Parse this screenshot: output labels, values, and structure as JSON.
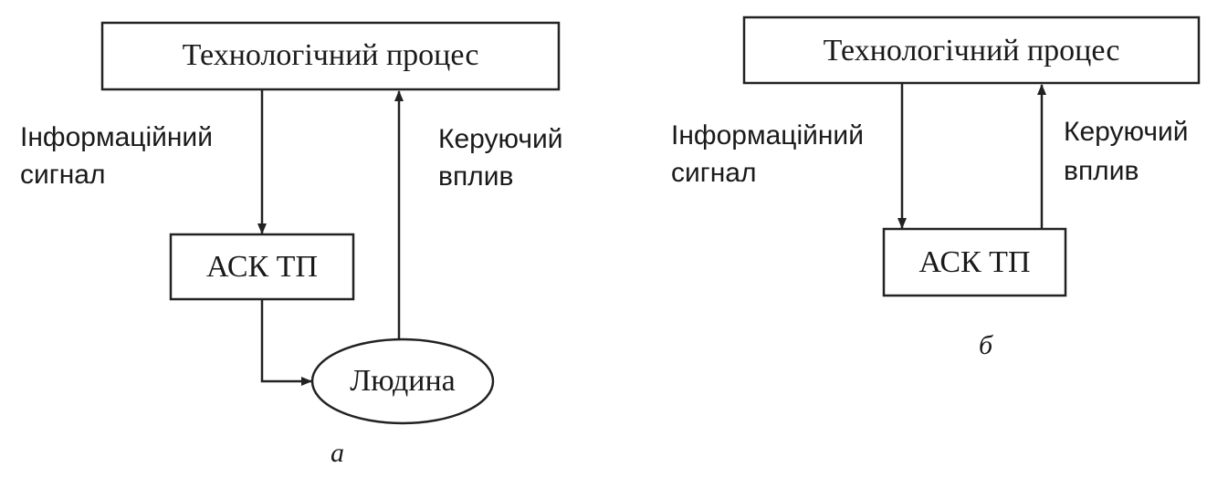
{
  "diagram_a": {
    "process_label": "Технологічний процес",
    "info_signal_line1": "Інформаційний",
    "info_signal_line2": "сигнал",
    "control_line1": "Керуючий",
    "control_line2": "вплив",
    "system_label": "АСК ТП",
    "human_label": "Людина",
    "caption": "а"
  },
  "diagram_b": {
    "process_label": "Технологічний процес",
    "info_signal_line1": "Інформаційний",
    "info_signal_line2": "сигнал",
    "control_line1": "Керуючий",
    "control_line2": "вплив",
    "system_label": "АСК ТП",
    "caption": "б"
  }
}
